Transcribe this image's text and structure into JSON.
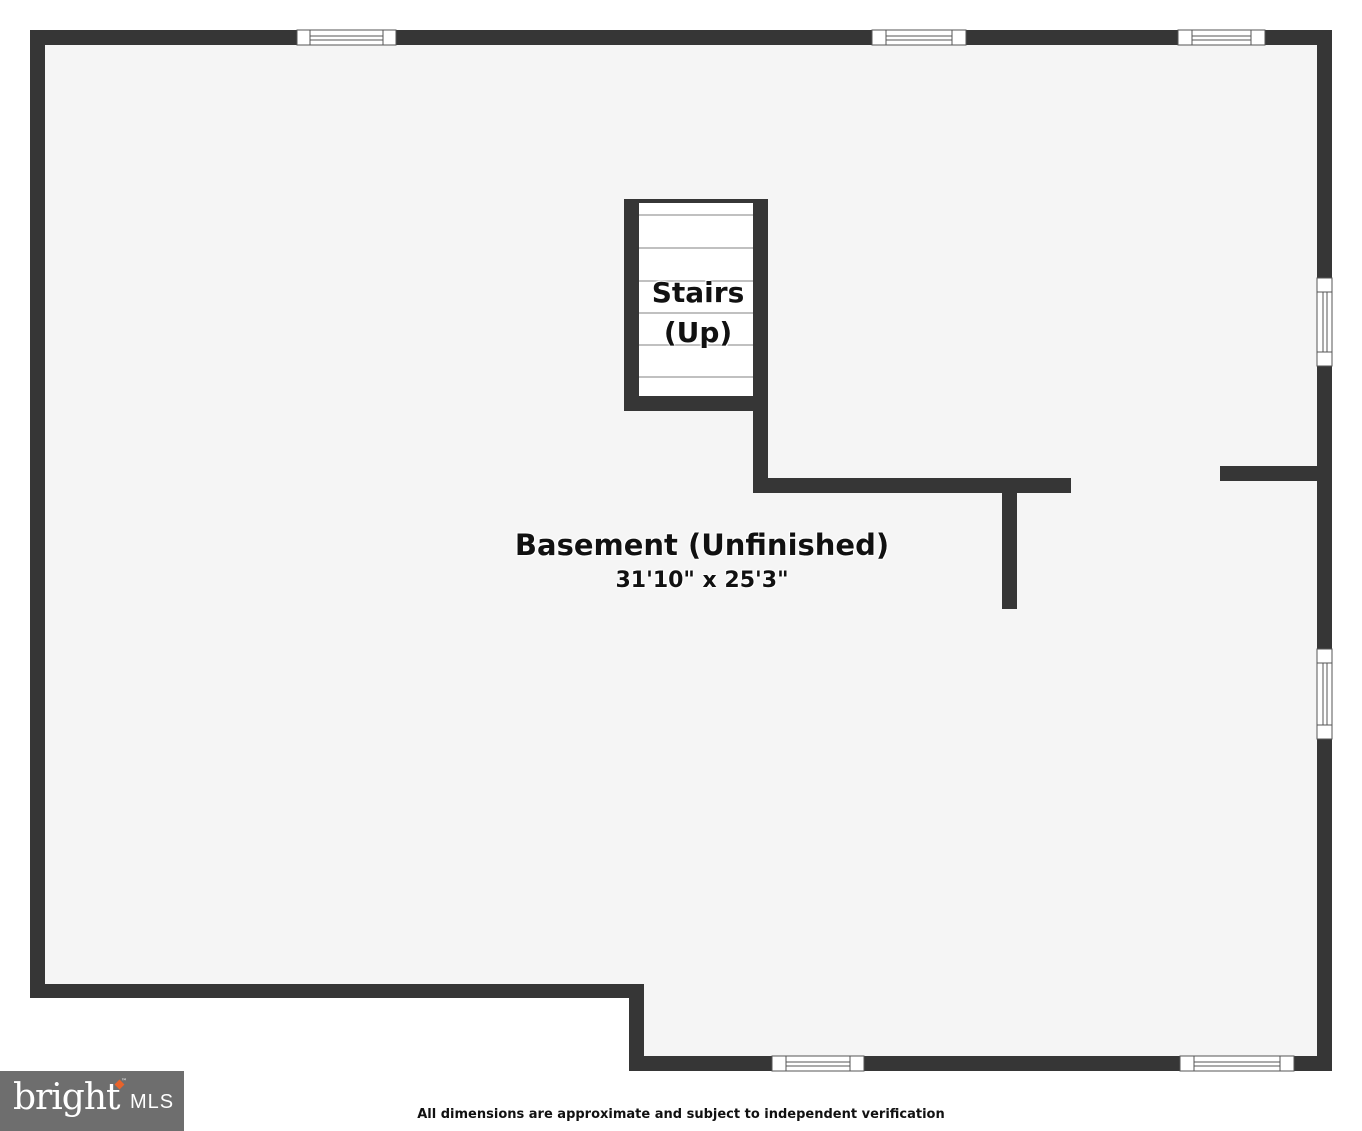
{
  "room": {
    "name": "Basement (Unfinished)",
    "dimensions": "31'10\" x 25'3\""
  },
  "stairs": {
    "line1": "Stairs",
    "line2": "(Up)"
  },
  "disclaimer": "All dimensions are approximate and subject to independent verification",
  "logo": {
    "brand": "bright",
    "suffix": "MLS",
    "trademark": "™",
    "accent_color": "#e8632b",
    "background_color": "#6e6e6e"
  },
  "colors": {
    "wall": "#363636",
    "floor": "#f5f5f5",
    "stair_tread": "#9a9a9a"
  }
}
